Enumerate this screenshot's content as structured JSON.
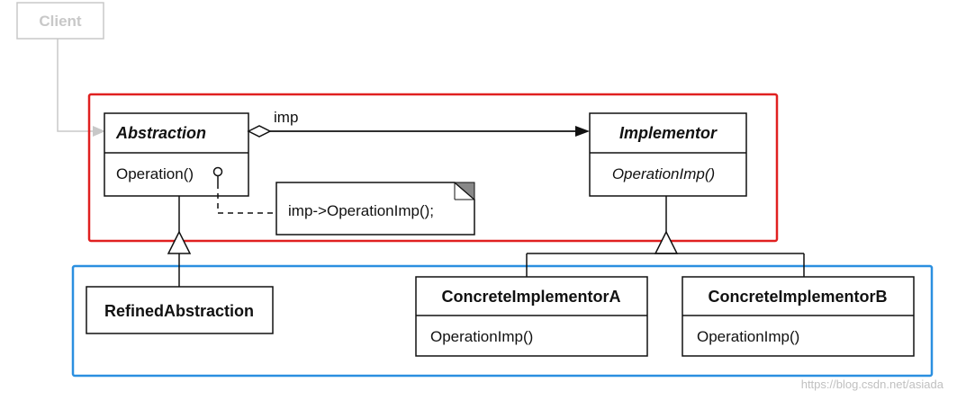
{
  "client": {
    "title": "Client"
  },
  "abstraction": {
    "title": "Abstraction",
    "operation": "Operation()"
  },
  "implementor": {
    "title": "Implementor",
    "operation": "OperationImp()"
  },
  "refined_abstraction": {
    "title": "RefinedAbstraction"
  },
  "concrete_a": {
    "title": "ConcreteImplementorA",
    "operation": "OperationImp()"
  },
  "concrete_b": {
    "title": "ConcreteImplementorB",
    "operation": "OperationImp()"
  },
  "association": {
    "label": "imp"
  },
  "note": {
    "text": "imp->OperationImp();"
  },
  "watermark": {
    "text": "https://blog.csdn.net/asiada"
  },
  "colors": {
    "abstraction_group": "#e02020",
    "implementor_group": "#2b8fe0",
    "client": "#c8c8c8"
  }
}
